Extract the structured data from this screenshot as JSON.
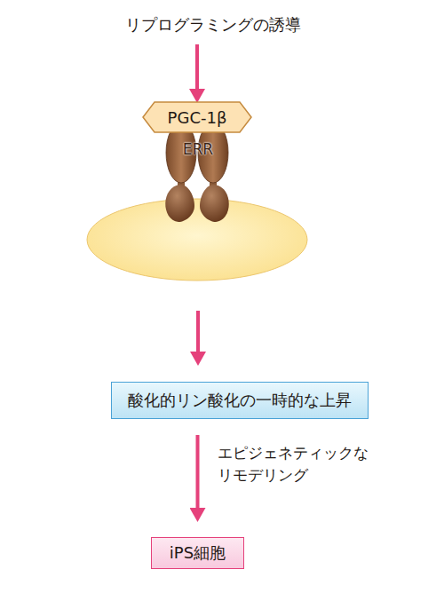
{
  "diagram": {
    "nodes": [
      {
        "text": [
          "PGC-1β"
        ]
      },
      {
        "text": [
          "ERR"
        ]
      },
      {
        "text": [
          "酸化的リン酸化の一時的な上昇"
        ]
      },
      {
        "text": [
          "iPS細胞"
        ]
      }
    ],
    "edges": [
      {
        "from": 1,
        "to": 2,
        "arrow": "to"
      },
      {
        "from": 2,
        "to": 3,
        "label": "エピジェネティックな リモデリング",
        "arrow": "to"
      }
    ],
    "labels": [
      "リプログラミングの誘導"
    ]
  }
}
